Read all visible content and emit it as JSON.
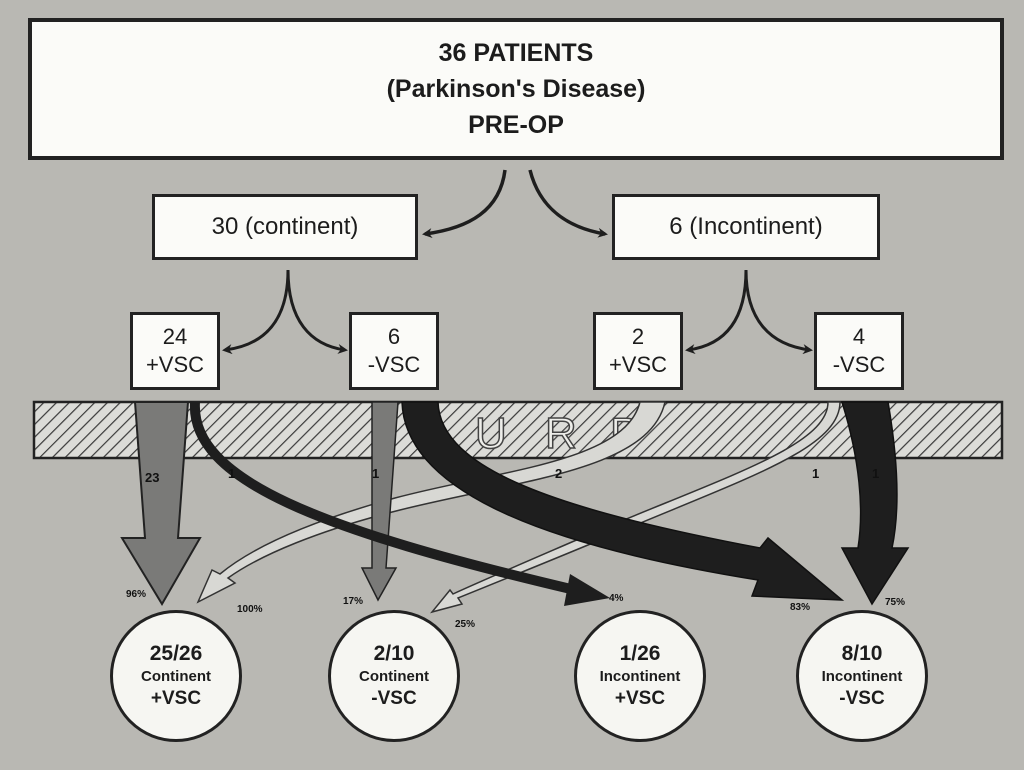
{
  "header": {
    "line1": "36 PATIENTS",
    "line2": "(Parkinson's Disease)",
    "line3": "PRE-OP"
  },
  "groups": {
    "continent": "30 (continent)",
    "incontinent": "6 (Incontinent)"
  },
  "subgroups": [
    {
      "count": "24",
      "label": "+VSC"
    },
    {
      "count": "6",
      "label": "-VSC"
    },
    {
      "count": "2",
      "label": "+VSC"
    },
    {
      "count": "4",
      "label": "-VSC"
    }
  ],
  "barrier_label": [
    "U",
    "R",
    "P"
  ],
  "flow_counts": [
    "23",
    "1",
    "1",
    "2",
    "1",
    "1"
  ],
  "percentages": [
    "96%",
    "100%",
    "17%",
    "25%",
    "4%",
    "83%",
    "75%"
  ],
  "outcomes": [
    {
      "fraction": "25/26",
      "status": "Continent",
      "vsc": "+VSC"
    },
    {
      "fraction": "2/10",
      "status": "Continent",
      "vsc": "-VSC"
    },
    {
      "fraction": "1/26",
      "status": "Incontinent",
      "vsc": "+VSC"
    },
    {
      "fraction": "8/10",
      "status": "Incontinent",
      "vsc": "-VSC"
    }
  ],
  "colors": {
    "background": "#b9b8b3",
    "box_fill": "#fbfbf8",
    "dark_arrow": "#1e1e1e",
    "medium_arrow": "#7a7a78",
    "light_arrow": "#d8d8d4"
  }
}
